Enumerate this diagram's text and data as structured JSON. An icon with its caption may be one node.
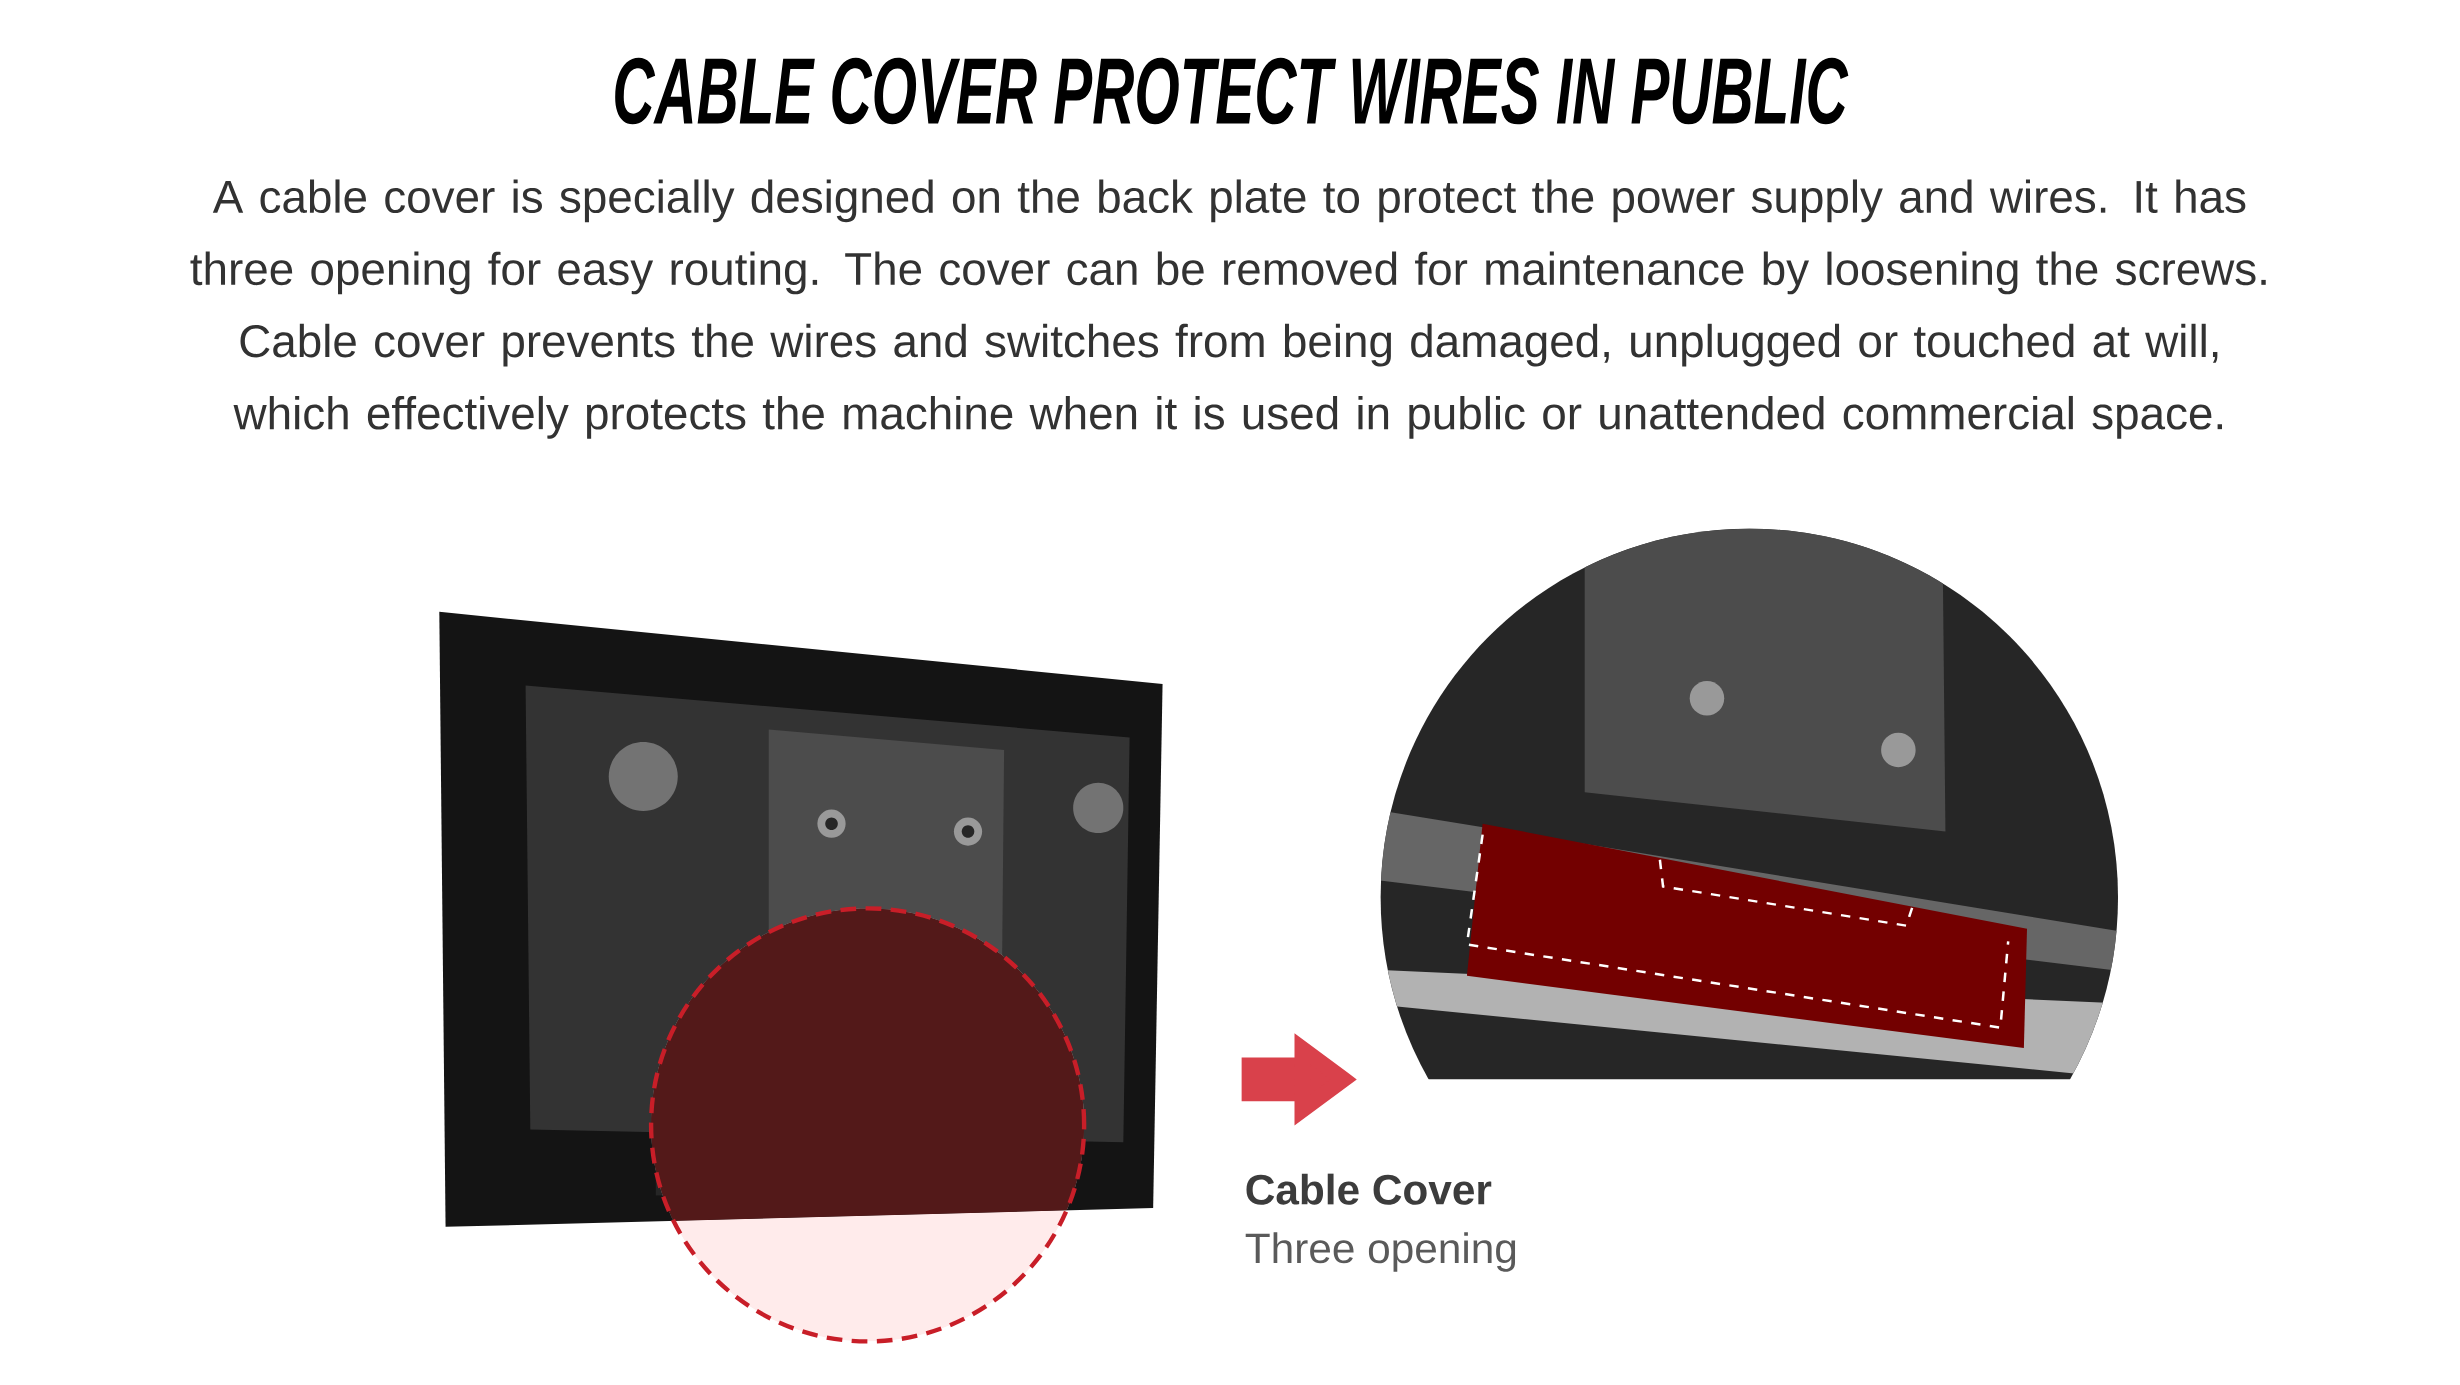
{
  "diagram": {
    "title": "CABLE COVER PROTECT WIRES IN PUBLIC",
    "nodes": [
      {
        "text": [],
        "shape": "circle"
      },
      {
        "text": [],
        "shape": "picture"
      }
    ],
    "edges": [
      {
        "from": 0,
        "to": 1,
        "arrow": "to"
      }
    ],
    "labels": [
      "A cable cover is specially designed on the back plate to protect the power supply and wires. It has three opening for easy routing. The cover can be removed for maintenance by loosening the screws. Cable cover prevents the wires and switches from being damaged, unplugged or touched at will, which effectively protects the machine when it is used in public or unattended commercial space.",
      "Cable Cover",
      "Three opening"
    ]
  }
}
